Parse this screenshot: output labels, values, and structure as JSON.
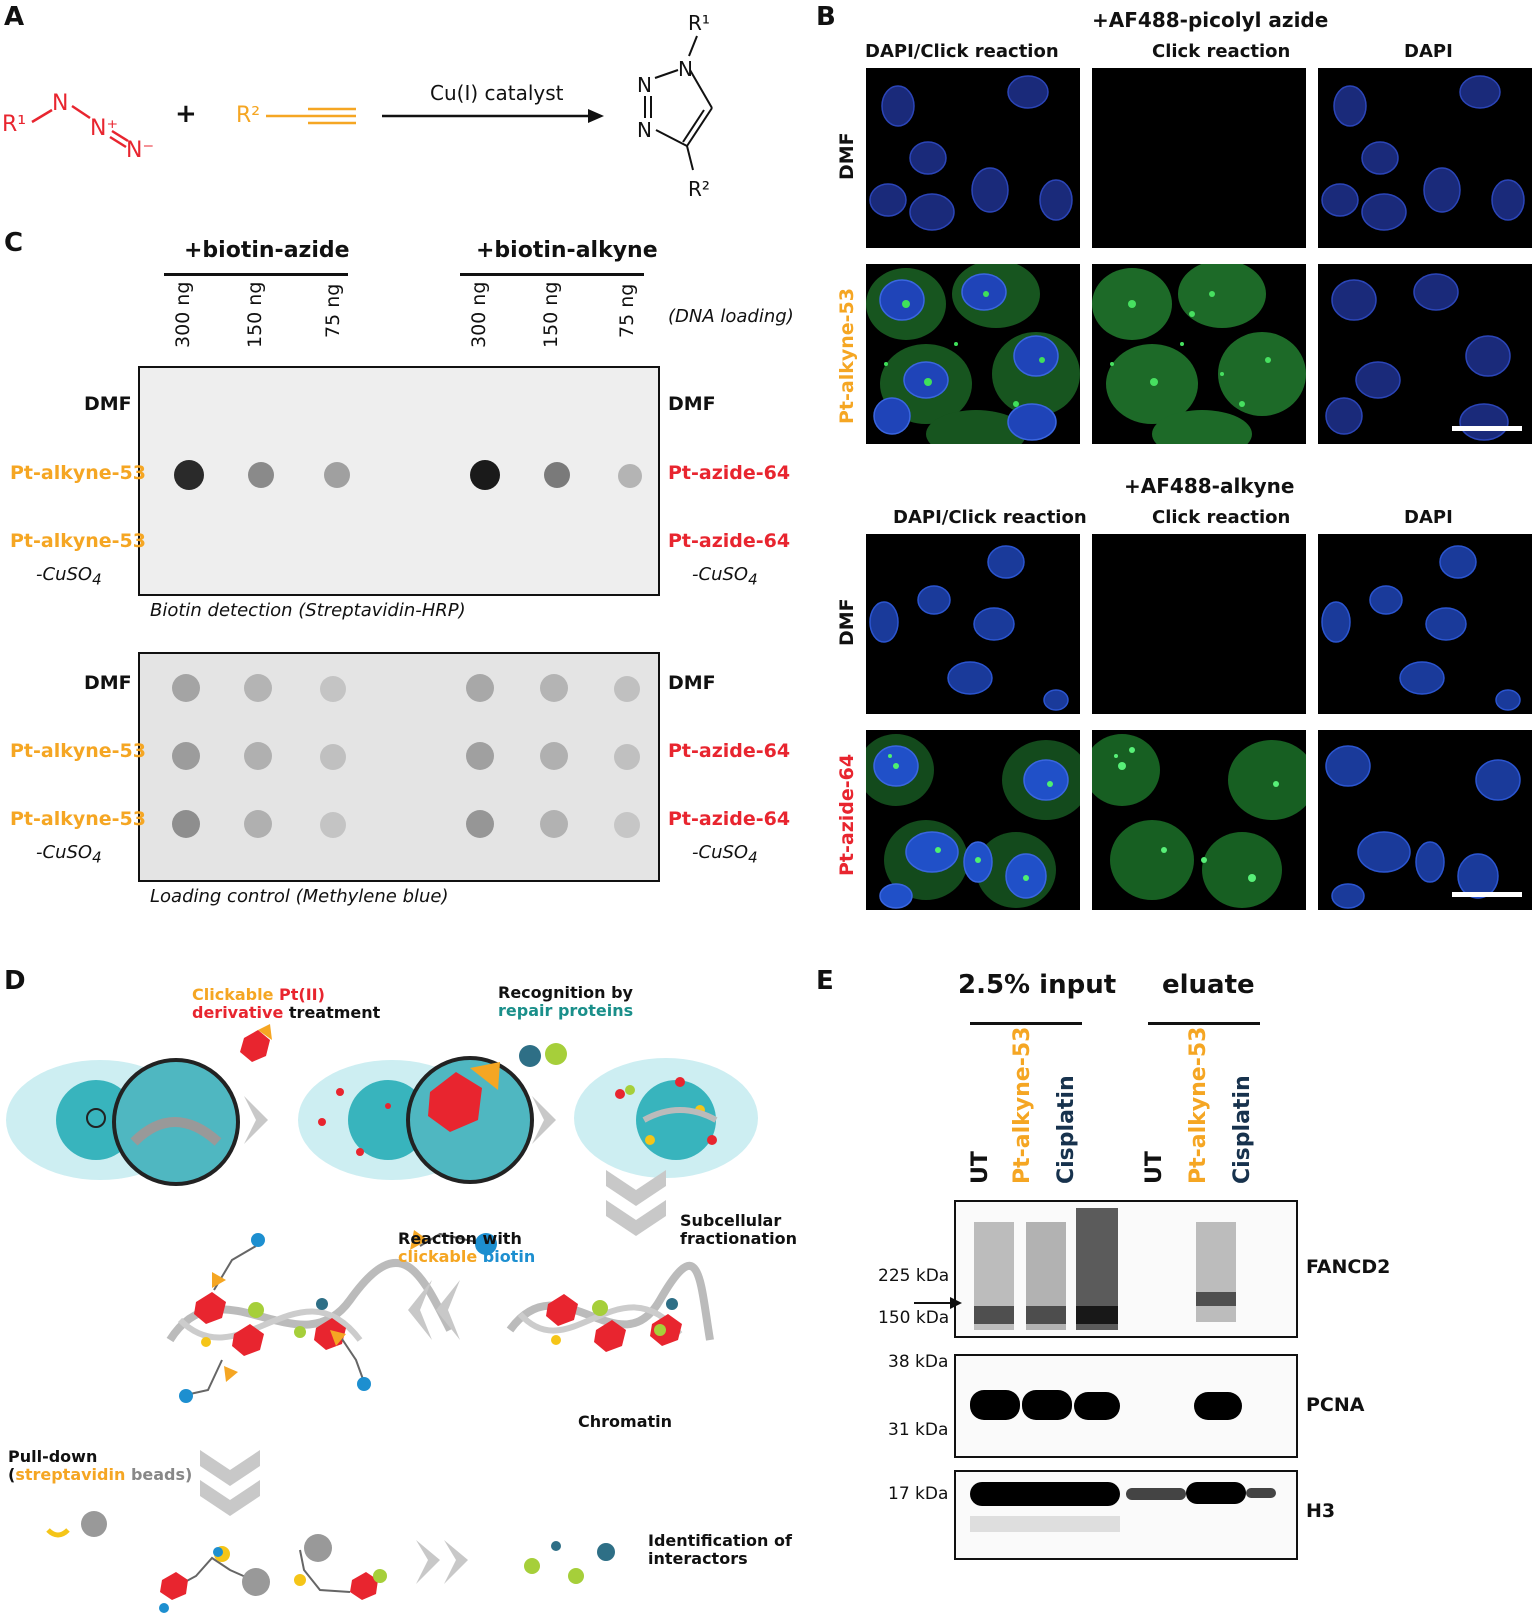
{
  "panelA": {
    "label": "A",
    "r1": "R¹",
    "n_atom": "N",
    "n_plus": "N⁺",
    "n_minus": "N⁻",
    "plus": "+",
    "r2": "R²",
    "catalyst": "Cu(I) catalyst",
    "prod_r1": "R¹",
    "prod_r2": "R²",
    "prod_n1": "N",
    "prod_n2": "N",
    "prod_n3": "N",
    "colors": {
      "azide": "#e8252f",
      "alkyne": "#f5a623"
    }
  },
  "panelB": {
    "label": "B",
    "top_title": "+AF488-picolyl azide",
    "bottom_title": "+AF488-alkyne",
    "col_headers": [
      "DAPI/Click reaction",
      "Click reaction",
      "DAPI"
    ],
    "top_rows": [
      "DMF",
      "Pt-alkyne-53"
    ],
    "bottom_rows": [
      "DMF",
      "Pt-azide-64"
    ]
  },
  "panelC": {
    "label": "C",
    "group1": "+biotin-azide",
    "group2": "+biotin-alkyne",
    "loadings": [
      "300 ng",
      "150 ng",
      "75 ng",
      "300 ng",
      "150 ng",
      "75 ng"
    ],
    "loading_note": "(DNA loading)",
    "left_rows": [
      "DMF",
      "Pt-alkyne-53",
      "Pt-alkyne-53"
    ],
    "right_rows": [
      "DMF",
      "Pt-azide-64",
      "Pt-azide-64"
    ],
    "cuso4": "-CuSO",
    "cuso4_sub": "4",
    "blot1_caption": "Biotin detection (Streptavidin-HRP)",
    "blot2_caption": "Loading control (Methylene blue)"
  },
  "panelD": {
    "label": "D",
    "step1_a": "Clickable",
    "step1_b": "Pt(II)",
    "step1_c": "derivative",
    "step1_d": "treatment",
    "step2_a": "Recognition by",
    "step2_b": "repair proteins",
    "step3": "Subcellular fractionation",
    "step3_line1": "Subcellular",
    "step3_line2": "fractionation",
    "chromatin": "Chromatin",
    "step4_a": "Reaction with",
    "step4_b": "clickable",
    "step4_c": "biotin",
    "step5_a": "Pull-down",
    "step5_b": "(",
    "step5_c": "streptavidin",
    "step5_d": "beads)",
    "step6_line1": "Identification of",
    "step6_line2": "interactors"
  },
  "panelE": {
    "label": "E",
    "group1": "2.5% input",
    "group2": "eluate",
    "lanes": [
      "UT",
      "Pt-alkyne-53",
      "Cisplatin",
      "UT",
      "Pt-alkyne-53",
      "Cisplatin"
    ],
    "markers": [
      "225 kDa",
      "150 kDa",
      "38 kDa",
      "31 kDa",
      "17 kDa"
    ],
    "proteins": [
      "FANCD2",
      "PCNA",
      "H3"
    ]
  }
}
